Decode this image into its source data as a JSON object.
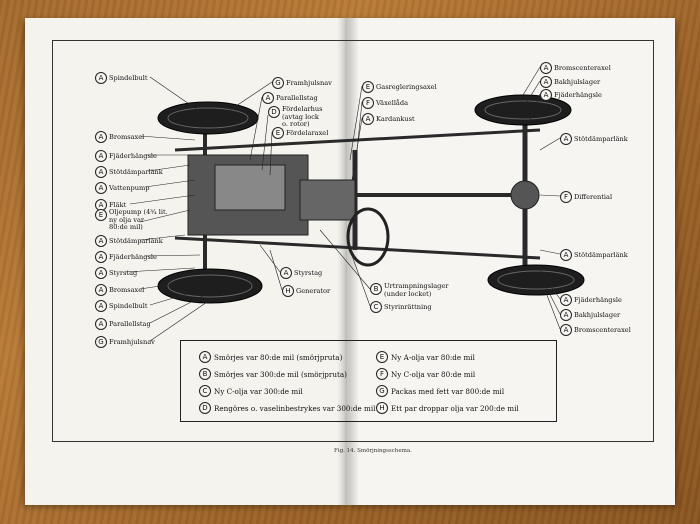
{
  "labels": {
    "spindelbult_top": "Spindelbult",
    "bromsaxel_tl": "Bromsaxel",
    "fjaderhangsle_tl": "Fjäderhängsle",
    "stotdamparlank_tl": "Stötdämparlänk",
    "vattenpump": "Vattenpump",
    "flakt": "Fläkt",
    "oljepump_1": "Oljepump (4³⁄₄ lit.",
    "oljepump_2": "ny olja var",
    "oljepump_3": "80:de mil)",
    "stotdamparlank_ml": "Stötdämparlänk",
    "fjaderhangsle_ml": "Fjäderhängsle",
    "styrstag": "Styrstag",
    "bromsaxel_bl": "Bromsaxel",
    "spindelbult_bl": "Spindelbult",
    "parallellstag_bl": "Parallellstag",
    "framhjulsnav_bl": "Framhjulsnav",
    "framhjulsnav_top": "Framhjulsnav",
    "parallellstag_top": "Parallellstag",
    "fordelarhus_1": "Fördelarhus",
    "fordelarhus_2": "(avtag lock",
    "fordelarhus_3": "o. rotor)",
    "fordelaraxel": "Fördelaraxel",
    "gasreglering": "Gasregleringsaxel",
    "vaxellada": "Växellåda",
    "kardankust": "Kardankust",
    "bromscenteraxel_top": "Bromscenteraxel",
    "bakhjulslager_top": "Bakhjulslager",
    "fjaderhangsle_tr": "Fjäderhängsle",
    "stotdamparlank_tr": "Stötdämparlänk",
    "differential": "Differential",
    "stotdamparlank_br": "Stötdämparlänk",
    "fjaderhangsle_br": "Fjäderhängsle",
    "bakhjulslager_br": "Bakhjulslager",
    "bromscenteraxel_br": "Bromscenteraxel",
    "styrstag_mid": "Styrstag",
    "generator": "Generator",
    "urtrampningslager_1": "Urtrampningslager",
    "urtrampningslager_2": "(under locket)",
    "styrinrattning": "Styrinrättning"
  },
  "legend": [
    {
      "letter": "A",
      "text": "Smörjes var 80:de mil (smörjpruta)"
    },
    {
      "letter": "B",
      "text": "Smörjes var 300:de mil (smörjpruta)"
    },
    {
      "letter": "C",
      "text": "Ny C-olja var 300:de mil"
    },
    {
      "letter": "D",
      "text": "Rengöres o. vaselinbestrykes var 300:de mil"
    },
    {
      "letter": "E",
      "text": "Ny A-olja var 80:de mil"
    },
    {
      "letter": "F",
      "text": "Ny C-olja var 80:de mil"
    },
    {
      "letter": "G",
      "text": "Packas med fett var 800:de mil"
    },
    {
      "letter": "H",
      "text": "Ett par droppar olja var 200:de mil"
    }
  ],
  "caption": "Fig. 14. Smörjningsschema.",
  "colors": {
    "page": "#f4f3ee",
    "ink": "#111111",
    "wood": "#a46a2c"
  }
}
